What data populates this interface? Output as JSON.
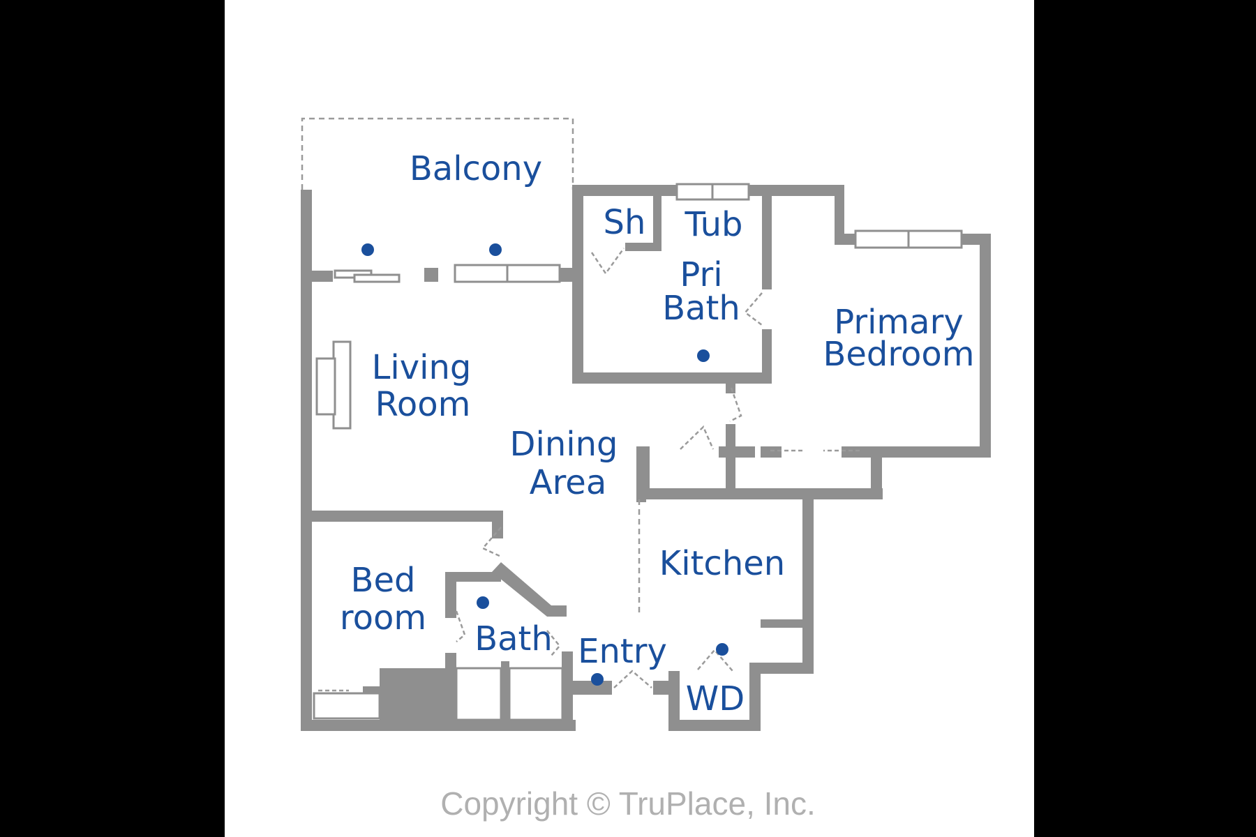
{
  "rooms": {
    "balcony": "Balcony",
    "shower": "Sh",
    "tub": "Tub",
    "primary_bath": [
      "Pri",
      "Bath"
    ],
    "primary_bedroom": [
      "Primary",
      "Bedroom"
    ],
    "living_room": [
      "Living",
      "Room"
    ],
    "dining_area": [
      "Dining",
      "Area"
    ],
    "kitchen": "Kitchen",
    "bedroom": [
      "Bed",
      "room"
    ],
    "bath": "Bath",
    "entry": "Entry",
    "washer_dryer": "WD"
  },
  "footer": {
    "copyright": "Copyright © TruPlace, Inc."
  },
  "colors": {
    "background": "#000000",
    "paper": "#ffffff",
    "wall": "#8f8f8f",
    "label": "#1a4f9c",
    "marker": "#1a4f9c",
    "copyright": "#b0b0b0"
  }
}
